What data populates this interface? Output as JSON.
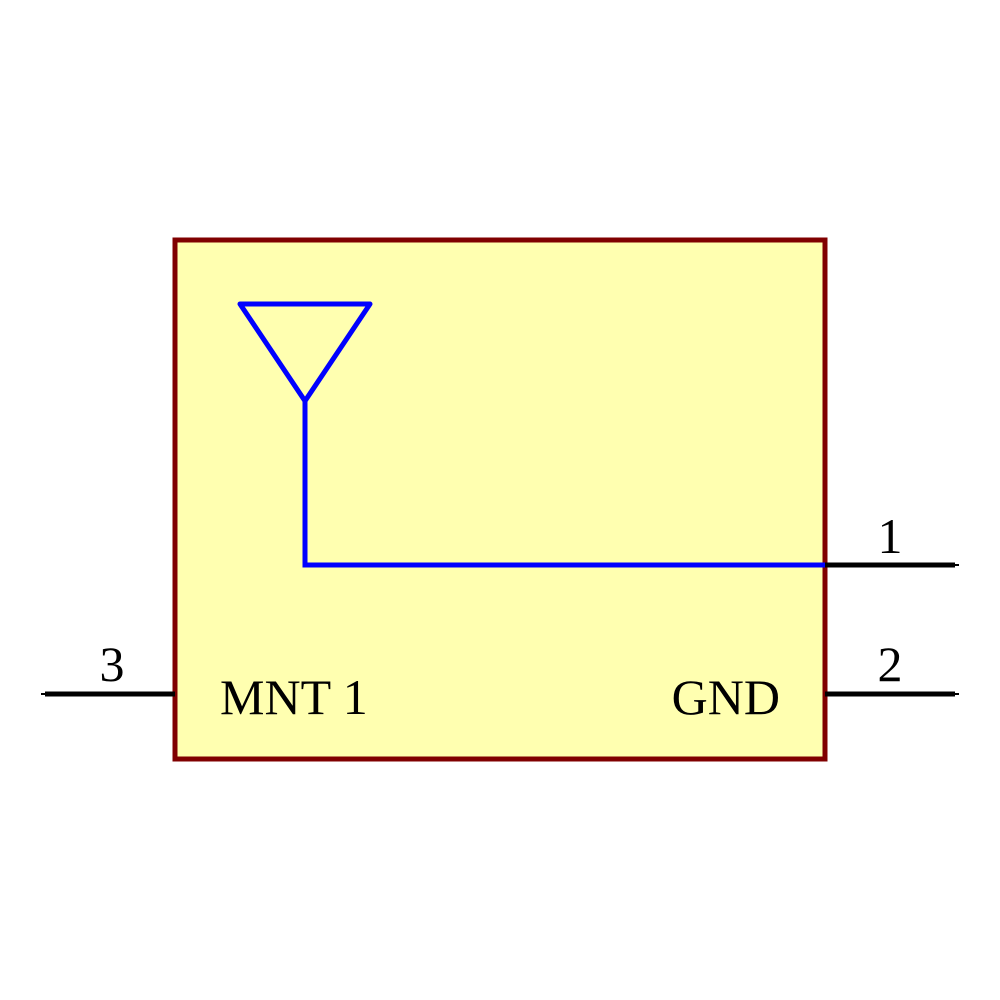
{
  "symbol": {
    "body_fill": "#FFFFB0",
    "body_stroke": "#800000",
    "wire_color": "#0000FF",
    "pin_color": "#000000",
    "icon": "antenna-icon",
    "pins": [
      {
        "number": "1"
      },
      {
        "number": "2",
        "name": "GND"
      },
      {
        "number": "3",
        "name": "MNT 1"
      }
    ]
  }
}
